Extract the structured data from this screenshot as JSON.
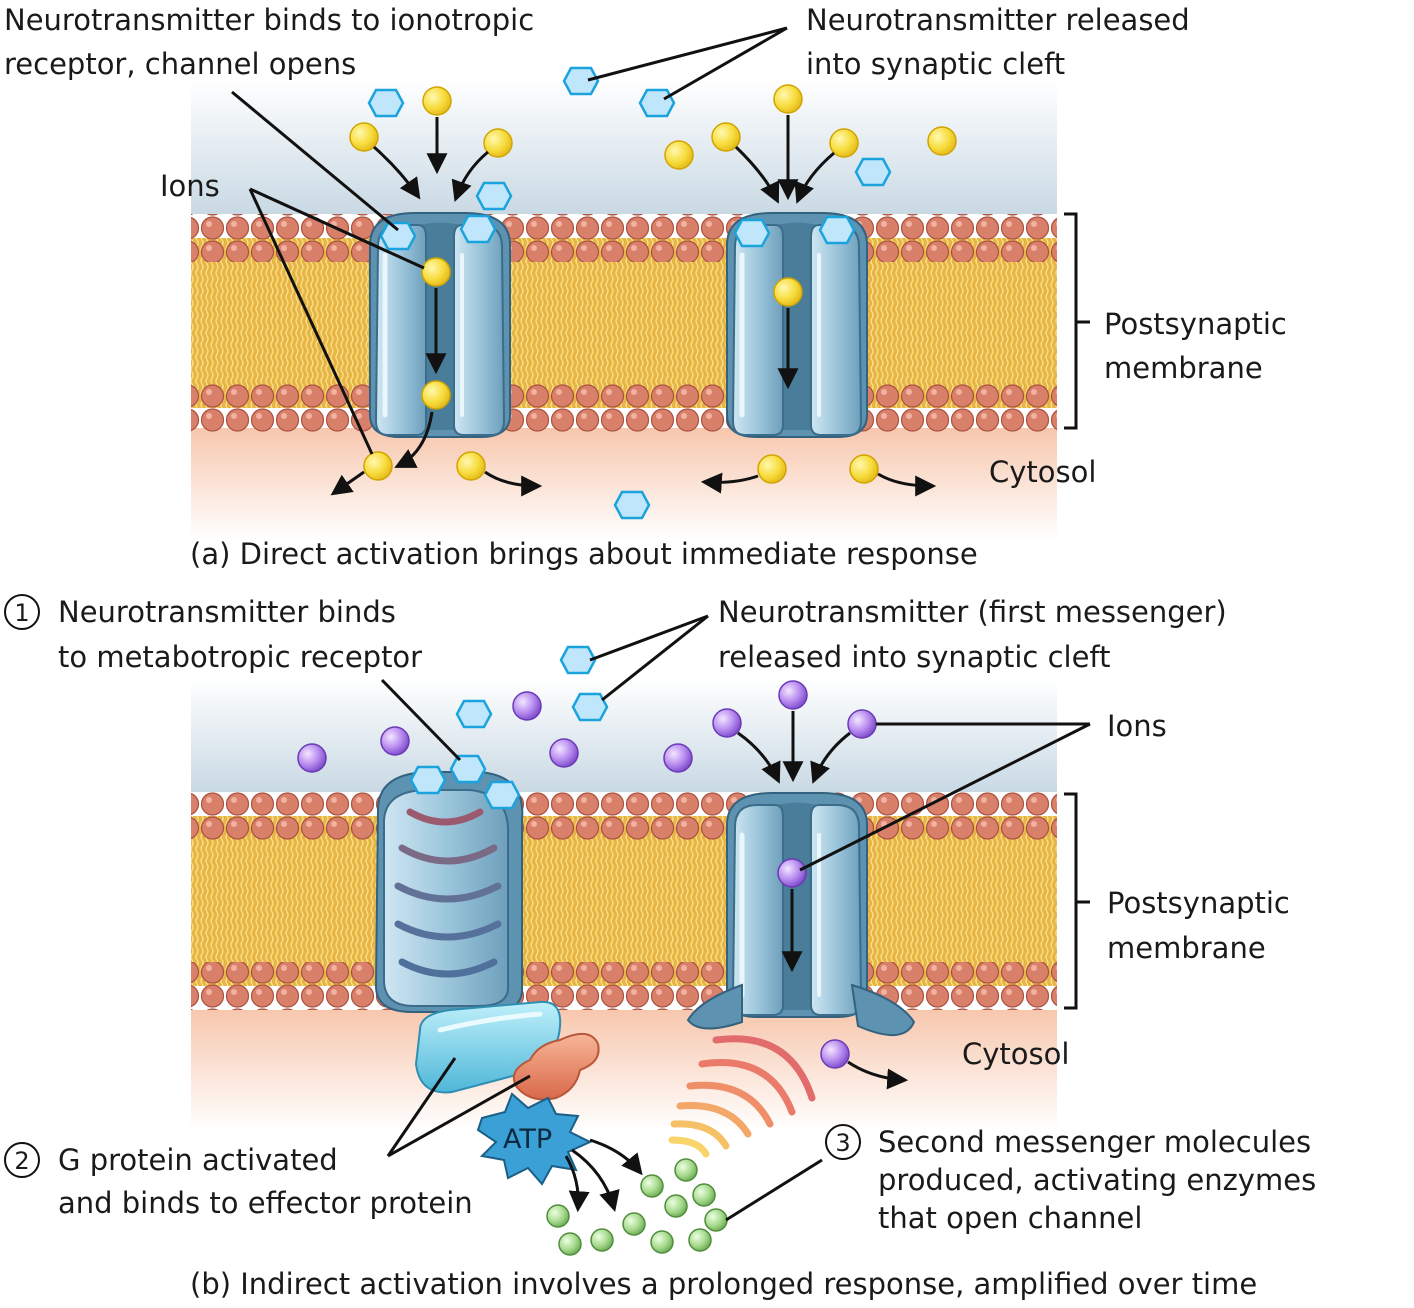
{
  "panel_a": {
    "label_ionotropic_line1": "Neurotransmitter binds to ionotropic",
    "label_ionotropic_line2": "receptor, channel opens",
    "label_released_line1": "Neurotransmitter released",
    "label_released_line2": "into synaptic cleft",
    "label_ions": "Ions",
    "label_membrane_line1": "Postsynaptic",
    "label_membrane_line2": "membrane",
    "label_cytosol": "Cytosol",
    "caption": "(a) Direct activation brings about immediate response"
  },
  "panel_b": {
    "step1_number": "1",
    "step1_line1": "Neurotransmitter binds",
    "step1_line2": "to metabotropic receptor",
    "label_first_messenger_line1": "Neurotransmitter (first messenger)",
    "label_first_messenger_line2": "released into synaptic cleft",
    "label_ions": "Ions",
    "label_membrane_line1": "Postsynaptic",
    "label_membrane_line2": "membrane",
    "label_cytosol": "Cytosol",
    "label_atp": "ATP",
    "step2_number": "2",
    "step2_line1": "G protein activated",
    "step2_line2": "and binds to effector protein",
    "step3_number": "3",
    "step3_line1": "Second messenger molecules",
    "step3_line2": "produced, activating enzymes",
    "step3_line3": "that open channel",
    "caption": "(b) Indirect activation involves a prolonged response, amplified over time"
  },
  "colors": {
    "ion_yellow": "#f2d232",
    "ion_purple": "#9f6fe0",
    "neurotransmitter": "#bfe6fb",
    "channel_blue": "#6fa6c2",
    "g_protein": "#7fd3ea",
    "effector_protein": "#ec9470",
    "second_messenger": "#9fd486",
    "membrane_head": "#d9806b",
    "membrane_tail": "#e7b64a"
  }
}
